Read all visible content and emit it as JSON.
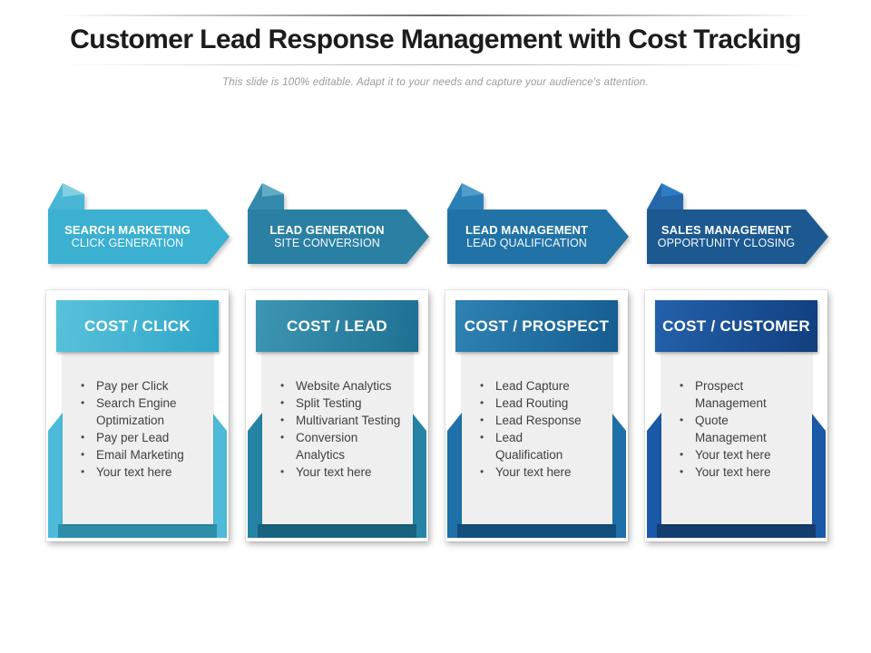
{
  "slide": {
    "title": "Customer Lead Response Management with Cost Tracking",
    "subtitle": "This slide is 100% editable. Adapt it to your needs and capture your audience's attention."
  },
  "banners": [
    {
      "line1": "SEARCH MARKETING",
      "line2": "CLICK GENERATION",
      "color": "#3cb0d1",
      "fold_color": "#49b6d5",
      "fold_highlight": "#82cfe3"
    },
    {
      "line1": "LEAD GENERATION",
      "line2": "SITE CONVERSION",
      "color": "#2a80a3",
      "fold_color": "#3389ab",
      "fold_highlight": "#63abc3"
    },
    {
      "line1": "LEAD MANAGEMENT",
      "line2": "LEAD QUALIFICATION",
      "color": "#2173a7",
      "fold_color": "#2a7fb5",
      "fold_highlight": "#4e9dca"
    },
    {
      "line1": "SALES MANAGEMENT",
      "line2": "OPPORTUNITY CLOSING",
      "color": "#1c5991",
      "fold_color": "#2566a9",
      "fold_highlight": "#2f7cc4"
    }
  ],
  "cards": [
    {
      "header": "COST / CLICK",
      "items": [
        "Pay per Click",
        "Search Engine\nOptimization",
        "Pay per Lead",
        "Email Marketing",
        "Your text here"
      ],
      "colors": {
        "header_gradient": [
          "#59c2db",
          "#2ea5c9"
        ],
        "wing": "#4cbad8",
        "bottom_band": "#2d8ea9",
        "panel": "#efefef"
      }
    },
    {
      "header": "COST / LEAD",
      "items": [
        "Website Analytics",
        "Split Testing",
        "Multivariant Testing",
        "Conversion Analytics",
        "Your text here"
      ],
      "colors": {
        "header_gradient": [
          "#3d96b4",
          "#1e7092"
        ],
        "wing": "#2583a6",
        "bottom_band": "#17627e",
        "panel": "#efefef"
      }
    },
    {
      "header": "COST / PROSPECT",
      "items": [
        "Lead Capture",
        "Lead Routing",
        "Lead Response",
        "Lead\nQualification",
        "Your text here"
      ],
      "colors": {
        "header_gradient": [
          "#2f82b3",
          "#165d91"
        ],
        "wing": "#1e70a8",
        "bottom_band": "#124e7b",
        "panel": "#efefef"
      }
    },
    {
      "header": "COST / CUSTOMER",
      "items": [
        "Prospect\nManagement",
        "Quote\nManagement",
        "Your text here",
        "Your text here"
      ],
      "colors": {
        "header_gradient": [
          "#2461ac",
          "#113f7e"
        ],
        "wing": "#1a58a8",
        "bottom_band": "#123d6d",
        "panel": "#efefef"
      }
    }
  ],
  "palette": {
    "title_text": "#1c1c1c",
    "subtitle_text": "#9a9a9a",
    "bullet_text": "#3f3f3f",
    "card_face": "#ffffff"
  }
}
